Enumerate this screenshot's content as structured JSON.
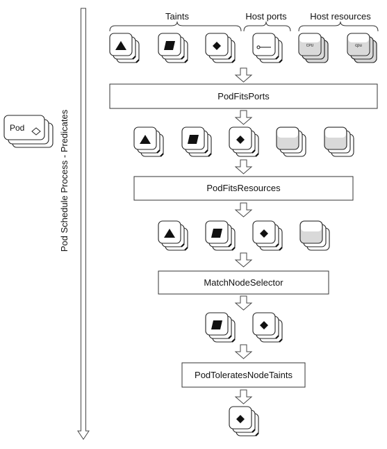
{
  "side_label": "Pod Schedule Process - Predicates",
  "pod": {
    "label": "Pod"
  },
  "categories": {
    "taints": "Taints",
    "host_ports": "Host ports",
    "host_resources": "Host resources"
  },
  "resource_labels": {
    "cpu_upper": "CPU",
    "cpu_lower": "cpu"
  },
  "stages": [
    {
      "id": "podfitsports",
      "label": "PodFitsPorts"
    },
    {
      "id": "podfitsresources",
      "label": "PodFitsResources"
    },
    {
      "id": "matchnodeselector",
      "label": "MatchNodeSelector"
    },
    {
      "id": "podtoleratesnodetaints",
      "label": "PodToleratesNodeTaints"
    }
  ],
  "node_rows": [
    {
      "nodes": [
        {
          "shape": "triangle",
          "name": "node-taint-triangle"
        },
        {
          "shape": "parallelogram",
          "name": "node-taint-parallelogram"
        },
        {
          "shape": "diamond",
          "name": "node-taint-diamond"
        },
        {
          "shape": "ports",
          "name": "node-host-ports"
        },
        {
          "shape": "cpu-upper",
          "name": "node-host-resource-cpu"
        },
        {
          "shape": "cpu-lower",
          "name": "node-host-resource-cpu-lower"
        }
      ]
    },
    {
      "nodes": [
        {
          "shape": "triangle",
          "name": "node-taint-triangle"
        },
        {
          "shape": "parallelogram",
          "name": "node-taint-parallelogram"
        },
        {
          "shape": "diamond",
          "name": "node-taint-diamond"
        },
        {
          "shape": "gray",
          "name": "node-resource-gray"
        },
        {
          "shape": "gray",
          "name": "node-resource-gray"
        }
      ]
    },
    {
      "nodes": [
        {
          "shape": "triangle",
          "name": "node-taint-triangle"
        },
        {
          "shape": "parallelogram",
          "name": "node-taint-parallelogram"
        },
        {
          "shape": "diamond",
          "name": "node-taint-diamond"
        },
        {
          "shape": "gray",
          "name": "node-resource-gray"
        }
      ]
    },
    {
      "nodes": [
        {
          "shape": "parallelogram",
          "name": "node-taint-parallelogram"
        },
        {
          "shape": "diamond",
          "name": "node-taint-diamond"
        }
      ]
    },
    {
      "nodes": [
        {
          "shape": "diamond",
          "name": "node-taint-diamond"
        }
      ]
    }
  ]
}
